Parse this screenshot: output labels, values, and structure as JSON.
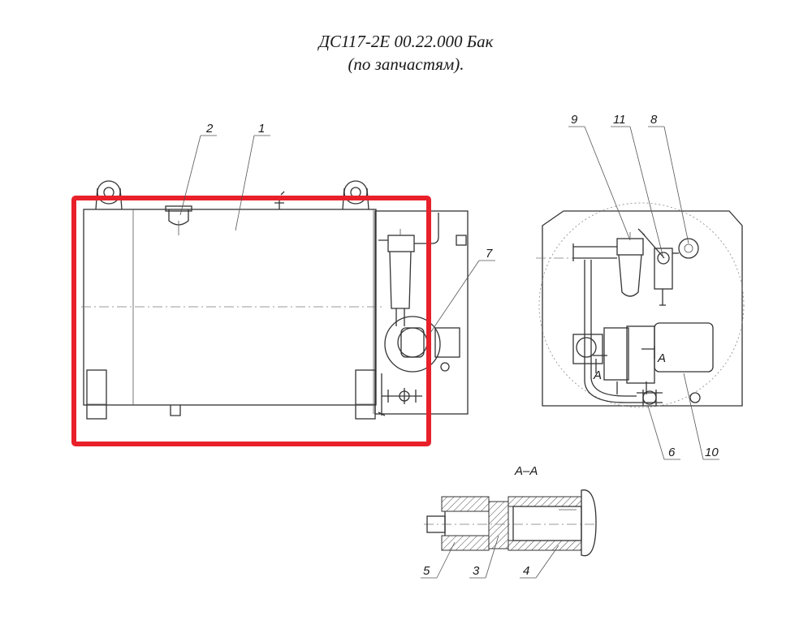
{
  "title": {
    "line1": "ДС117-2Е 00.22.000 Бак",
    "line2": "(по запчастям)."
  },
  "callouts": [
    "1",
    "2",
    "3",
    "4",
    "5",
    "6",
    "7",
    "8",
    "9",
    "10",
    "11"
  ],
  "section_label": "А–А",
  "section_marks": [
    "А",
    "А"
  ],
  "highlight_color": "#e8202a"
}
